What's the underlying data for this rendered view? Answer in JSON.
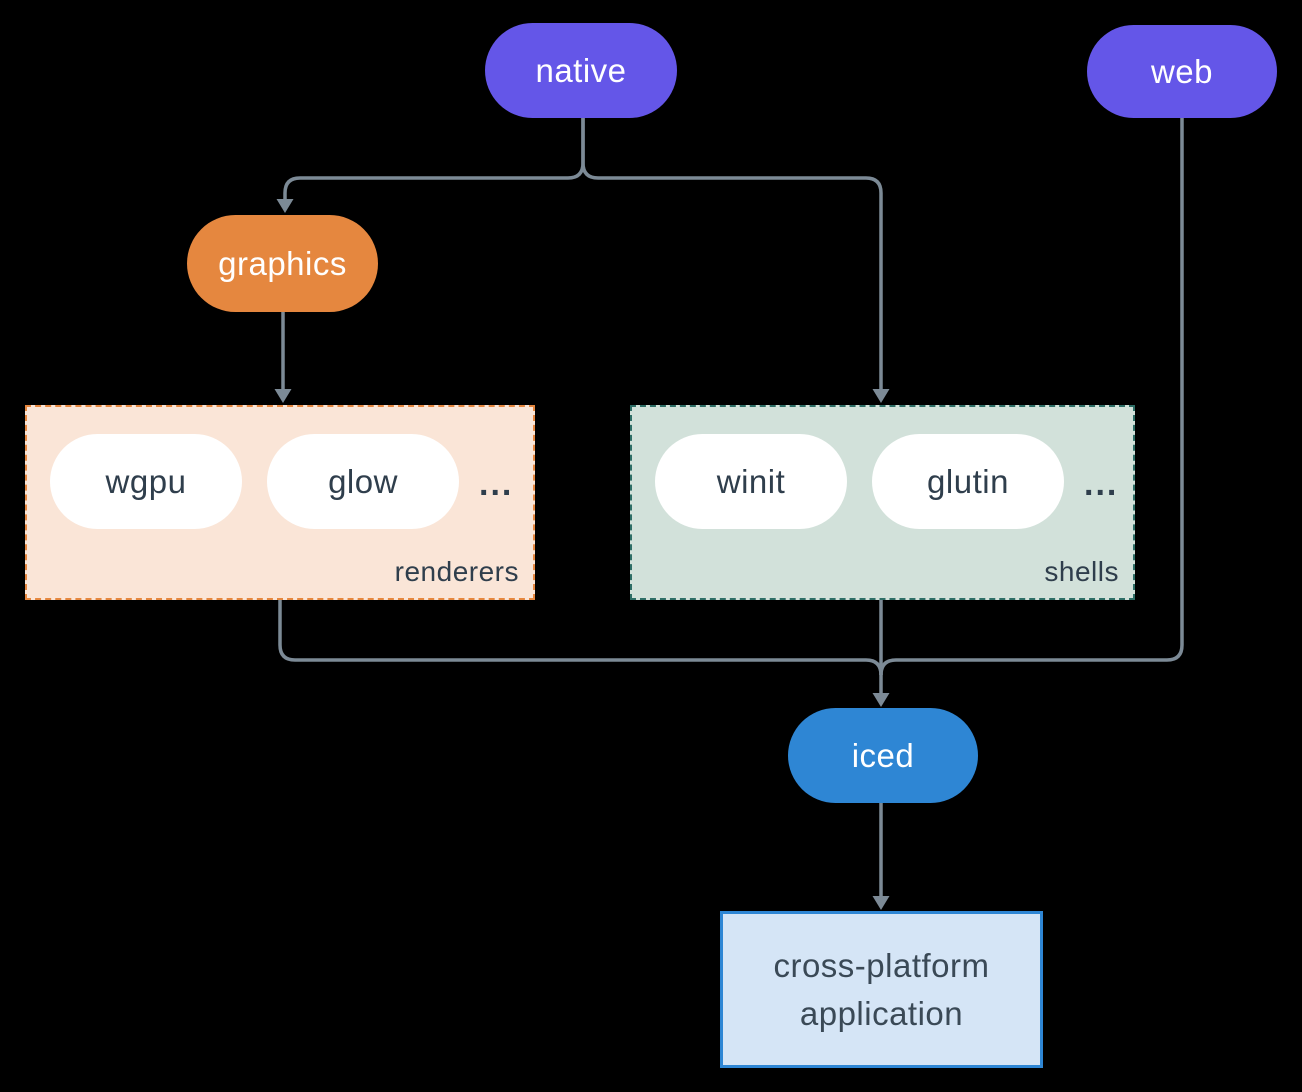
{
  "nodes": {
    "native": {
      "label": "native",
      "color": "#6456e8",
      "text_color": "#ffffff"
    },
    "web": {
      "label": "web",
      "color": "#6456e8",
      "text_color": "#ffffff"
    },
    "graphics": {
      "label": "graphics",
      "color": "#e5873f",
      "text_color": "#ffffff"
    },
    "wgpu": {
      "label": "wgpu",
      "color": "#ffffff",
      "text_color": "#2f3e4c"
    },
    "glow": {
      "label": "glow",
      "color": "#ffffff",
      "text_color": "#2f3e4c"
    },
    "winit": {
      "label": "winit",
      "color": "#ffffff",
      "text_color": "#2f3e4c"
    },
    "glutin": {
      "label": "glutin",
      "color": "#ffffff",
      "text_color": "#2f3e4c"
    },
    "iced": {
      "label": "iced",
      "color": "#2e86d4",
      "text_color": "#ffffff"
    },
    "app": {
      "label": "cross-platform application",
      "lines": [
        "cross-platform",
        "application"
      ],
      "fill": "#d5e5f6",
      "border": "#2e86d4",
      "text_color": "#3a4956"
    }
  },
  "groups": {
    "renderers": {
      "label": "renderers",
      "ellipsis": "...",
      "fill": "#fae5d7",
      "border": "#e5873f",
      "members": [
        "wgpu",
        "glow"
      ]
    },
    "shells": {
      "label": "shells",
      "ellipsis": "...",
      "fill": "#d2e1da",
      "border": "#2e6e66",
      "members": [
        "winit",
        "glutin"
      ]
    }
  },
  "edges": [
    {
      "from": "native",
      "to": "graphics"
    },
    {
      "from": "native",
      "to": "shells"
    },
    {
      "from": "graphics",
      "to": "renderers"
    },
    {
      "from": "renderers",
      "to": "iced"
    },
    {
      "from": "shells",
      "to": "iced"
    },
    {
      "from": "web",
      "to": "iced"
    },
    {
      "from": "iced",
      "to": "app"
    }
  ],
  "colors": {
    "background": "#000000",
    "connector": "#7c8a96"
  }
}
